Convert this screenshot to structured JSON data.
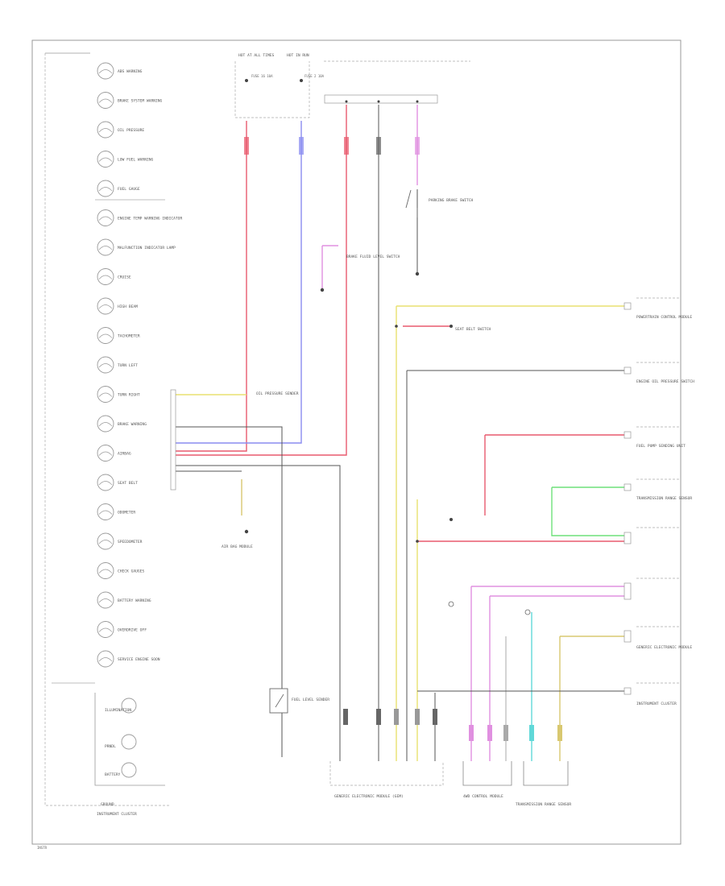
{
  "diagram": {
    "bottom_left_label": "INSTR",
    "cluster_bottom_label": "INSTRUMENT CLUSTER",
    "cluster_bottom_sub": "GROUND",
    "top_fuses": [
      {
        "id": "fuse-left",
        "label": "HOT AT ALL TIMES",
        "sub": "FUSE 16 10A"
      },
      {
        "id": "fuse-right",
        "label": "HOT IN RUN",
        "sub": "FUSE 2 10A"
      }
    ],
    "gauges": [
      {
        "id": "abs-warning",
        "label": "ABS WARNING"
      },
      {
        "id": "brake-system",
        "label": "BRAKE SYSTEM WARNING"
      },
      {
        "id": "oil-warning",
        "label": "OIL PRESSURE"
      },
      {
        "id": "low-fuel",
        "label": "LOW FUEL WARNING"
      },
      {
        "id": "fuel-gauge",
        "label": "FUEL GAUGE"
      },
      {
        "id": "engine-temp",
        "label": "ENGINE TEMP WARNING INDICATOR"
      },
      {
        "id": "mil",
        "label": "MALFUNCTION INDICATOR LAMP"
      },
      {
        "id": "cruise",
        "label": "CRUISE"
      },
      {
        "id": "high-beam",
        "label": "HIGH BEAM"
      },
      {
        "id": "tach",
        "label": "TACHOMETER"
      },
      {
        "id": "turn-left",
        "label": "TURN LEFT"
      },
      {
        "id": "turn-right",
        "label": "TURN RIGHT"
      },
      {
        "id": "brake-warn",
        "label": "BRAKE WARNING"
      },
      {
        "id": "airbag",
        "label": "AIRBAG"
      },
      {
        "id": "seat-belt",
        "label": "SEAT BELT"
      },
      {
        "id": "odometer",
        "label": "ODOMETER"
      },
      {
        "id": "speedometer",
        "label": "SPEEDOMETER"
      },
      {
        "id": "check-gauges",
        "label": "CHECK GAUGES"
      },
      {
        "id": "battery",
        "label": "BATTERY WARNING"
      },
      {
        "id": "overdrive",
        "label": "OVERDRIVE OFF"
      },
      {
        "id": "service-engine",
        "label": "SERVICE ENGINE SOON"
      }
    ],
    "cluster_labels": [
      {
        "id": "cl-1",
        "label": "ILLUMINATION"
      },
      {
        "id": "cl-2",
        "label": "PRNDL"
      },
      {
        "id": "cl-3",
        "label": "BATTERY"
      }
    ],
    "right_labels": [
      {
        "id": "rl-1",
        "label": "POWERTRAIN CONTROL MODULE"
      },
      {
        "id": "rl-2",
        "label": "ENGINE OIL PRESSURE SWITCH"
      },
      {
        "id": "rl-3",
        "label": "FUEL PUMP SENDING UNIT"
      },
      {
        "id": "rl-4",
        "label": "TRANSMISSION RANGE SENSOR"
      },
      {
        "id": "rl-5",
        "label": "GENERIC ELECTRONIC MODULE"
      },
      {
        "id": "rl-6",
        "label": "INSTRUMENT CLUSTER"
      }
    ],
    "bottom_boxes": [
      {
        "id": "bb-1",
        "label": "GENERIC ELECTRONIC MODULE (GEM)"
      },
      {
        "id": "bb-2",
        "label": "4WD CONTROL MODULE"
      },
      {
        "id": "bb-3",
        "label": "TRANSMISSION RANGE SENSOR"
      }
    ],
    "side_labels": [
      {
        "id": "sl-1",
        "label": "FUEL LEVEL SENDER"
      },
      {
        "id": "sl-2",
        "label": "PARKING BRAKE SWITCH"
      },
      {
        "id": "sl-3",
        "label": "BRAKE FLUID LEVEL SWITCH"
      },
      {
        "id": "sl-4",
        "label": "SEAT BELT SWITCH"
      },
      {
        "id": "sl-5",
        "label": "AIR BAG MODULE"
      },
      {
        "id": "sl-6",
        "label": "OIL PRESSURE SENDER"
      }
    ],
    "colors": {
      "red": "#e85a6e",
      "blue": "#8a8cf0",
      "yellow": "#e8e070",
      "pink": "#e090e0",
      "green": "#6ee07a",
      "cyan": "#60d8d8",
      "tan": "#d8c870",
      "gray": "#555555",
      "lightgray": "#aaaaaa"
    }
  }
}
